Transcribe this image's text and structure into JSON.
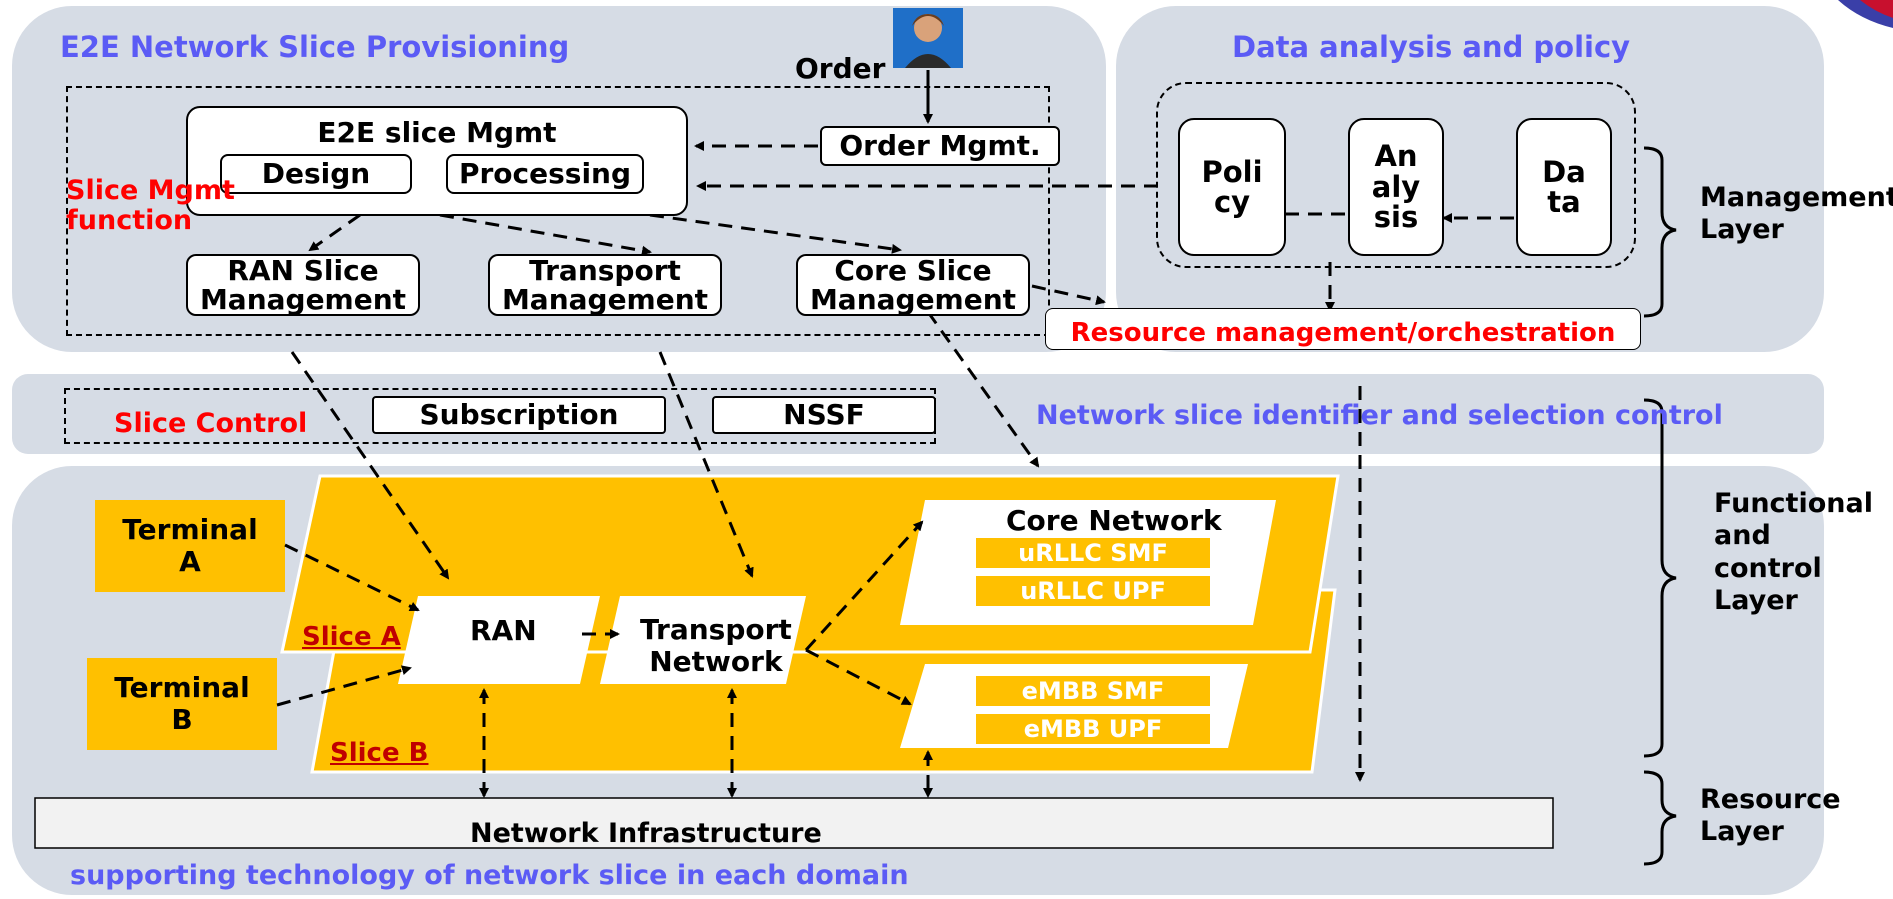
{
  "provisioning": {
    "title": "E2E Network Slice Provisioning",
    "order_label": "Order",
    "order_mgmt": "Order Mgmt.",
    "e2e_mgmt": "E2E slice Mgmt",
    "design": "Design",
    "processing": "Processing",
    "slice_mgmt_function_1": "Slice Mgmt",
    "slice_mgmt_function_2": "function",
    "ran_mgmt_1": "RAN Slice",
    "ran_mgmt_2": "Management",
    "transport_mgmt_1": "Transport",
    "transport_mgmt_2": "Management",
    "core_mgmt_1": "Core Slice",
    "core_mgmt_2": "Management"
  },
  "analysis": {
    "title": "Data analysis and policy",
    "policy_1": "Poli",
    "policy_2": "cy",
    "analysis_1": "An",
    "analysis_2": "aly",
    "analysis_3": "sis",
    "data_1": "Da",
    "data_2": "ta",
    "resource_mgmt": "Resource management/orchestration"
  },
  "layers": {
    "management_1": "Management",
    "management_2": "Layer",
    "functional_1": "Functional",
    "functional_2": "and",
    "functional_3": "control",
    "functional_4": "Layer",
    "resource_1": "Resource",
    "resource_2": "Layer"
  },
  "control": {
    "slice_control": "Slice Control",
    "subscription": "Subscription",
    "nssf": "NSSF",
    "identifier": "Network slice identifier and selection  control"
  },
  "functional": {
    "terminal_a_1": "Terminal",
    "terminal_a_2": "A",
    "terminal_b_1": "Terminal",
    "terminal_b_2": "B",
    "slice_a": "Slice A",
    "slice_b": "Slice B",
    "ran": "RAN",
    "transport_1": "Transport",
    "transport_2": "Network",
    "core_network": "Core Network",
    "urllc_smf": "uRLLC SMF",
    "urllc_upf": "uRLLC UPF",
    "embb_smf": "eMBB SMF",
    "embb_upf": "eMBB UPF",
    "infrastructure": "Network Infrastructure",
    "supporting": "supporting technology of network slice in each domain"
  },
  "colors": {
    "panel": "#d6dce5",
    "slice_fill": "#ffc000",
    "accent_blue": "#5b5bf5",
    "accent_red": "#ff0000",
    "slice_label": "#c00000"
  }
}
